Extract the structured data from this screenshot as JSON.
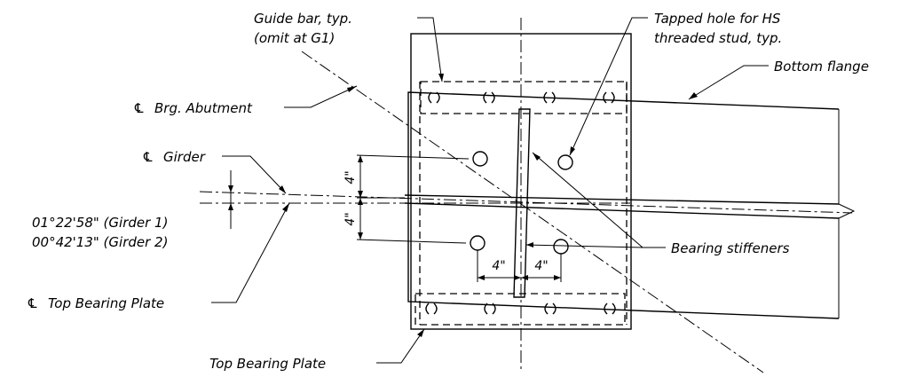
{
  "labels": {
    "guide_bar": "Guide bar, typ.",
    "guide_bar_note": "(omit at G1)",
    "tapped_hole": "Tapped hole for HS",
    "tapped_hole_2": "threaded stud, typ.",
    "bottom_flange": "Bottom flange",
    "cl_brg_abutment": "Brg. Abutment",
    "cl_girder": "Girder",
    "angle_girder1": "01°22'58\" (Girder 1)",
    "angle_girder2": "00°42'13\" (Girder 2)",
    "bearing_stiffeners": "Bearing stiffeners",
    "cl_top_bearing_plate": "Top Bearing Plate",
    "top_bearing_plate": "Top Bearing Plate"
  },
  "dimensions": {
    "vertical_upper": "4\"",
    "vertical_lower": "4\"",
    "horizontal_left": "4\"",
    "horizontal_right": "4\""
  },
  "symbols": {
    "centerline": "℄"
  }
}
